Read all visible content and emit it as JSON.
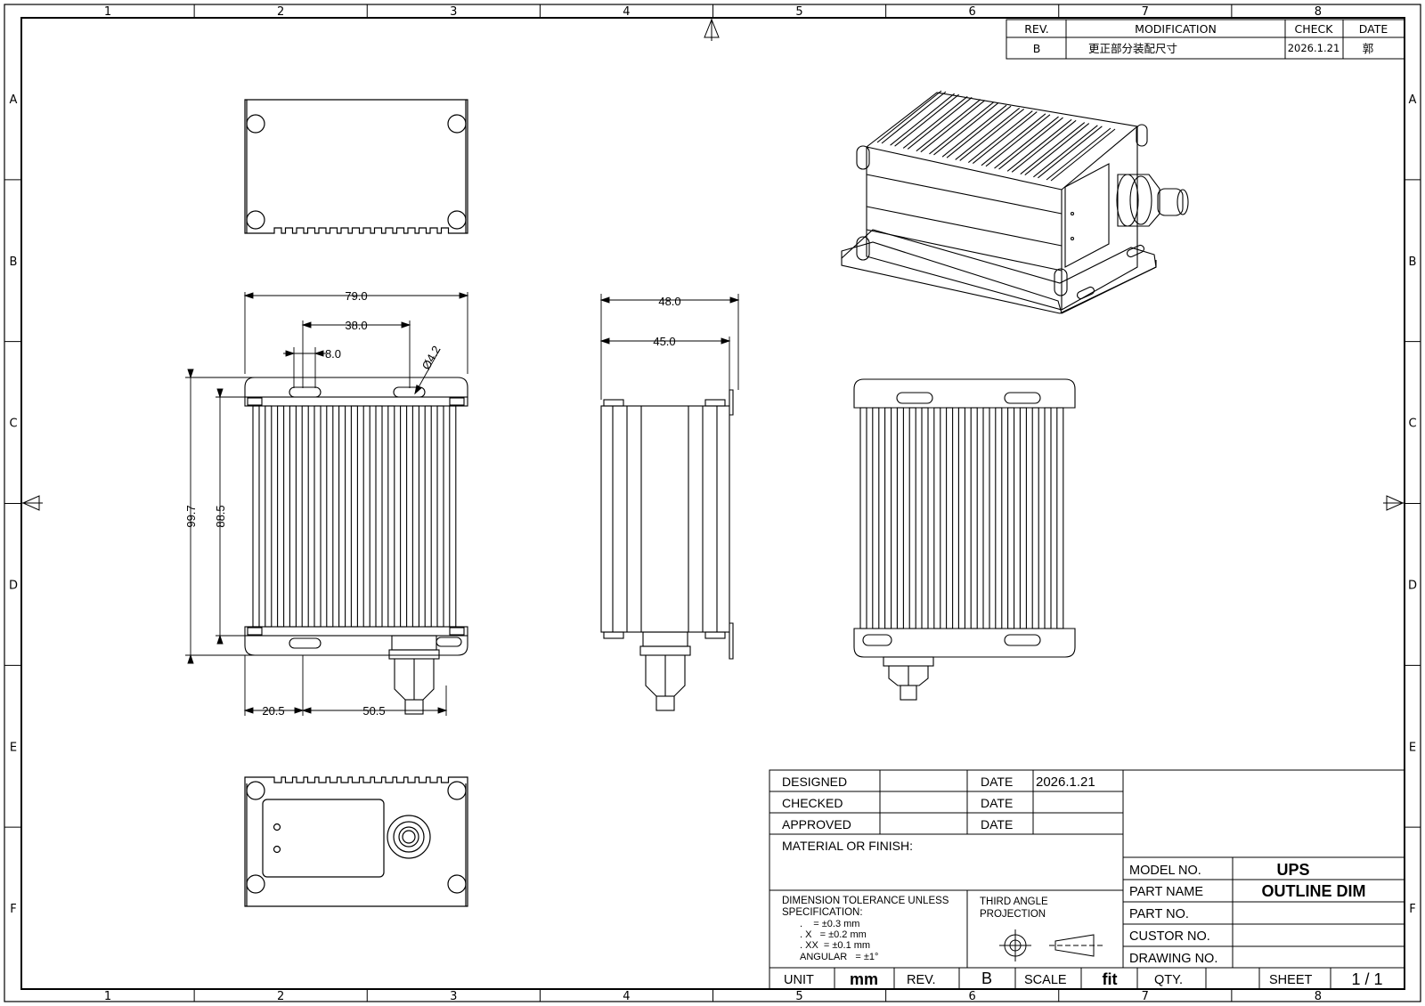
{
  "zones": {
    "columns": [
      "1",
      "2",
      "3",
      "4",
      "5",
      "6",
      "7",
      "8"
    ],
    "rows": [
      "A",
      "B",
      "C",
      "D",
      "E",
      "F"
    ]
  },
  "revision_table": {
    "headers": [
      "REV.",
      "MODIFICATION",
      "CHECK",
      "DATE"
    ],
    "row": {
      "rev": "B",
      "modification": "更正部分装配尺寸",
      "check": "2026.1.21",
      "date": "郭"
    }
  },
  "dimensions": {
    "width_overall": "79.0",
    "slot_pitch": "38.0",
    "slot_width": "8.0",
    "hole_dia": "Ø4.2",
    "height_overall": "99.7",
    "height_body": "88.5",
    "offset_left": "20.5",
    "connector_offset": "50.5",
    "depth_overall": "48.0",
    "depth_body": "45.0"
  },
  "title_block": {
    "designed_label": "DESIGNED",
    "checked_label": "CHECKED",
    "approved_label": "APPROVED",
    "date_label": "DATE",
    "designed_date": "2026.1.21",
    "material_label": "MATERIAL OR FINISH:",
    "tolerance_lines": [
      "DIMENSION TOLERANCE UNLESS",
      "SPECIFICATION:",
      ".    = ±0.3 mm",
      ". X   = ±0.2 mm",
      ". XX  = ±0.1 mm",
      "ANGULAR   = ±1°"
    ],
    "projection_lines": [
      "THIRD ANGLE",
      "PROJECTION"
    ],
    "model_no_label": "MODEL NO.",
    "model_no": "UPS",
    "part_name_label": "PART NAME",
    "part_name": "OUTLINE DIM",
    "part_no_label": "PART NO.",
    "custor_no_label": "CUSTOR NO.",
    "drawing_no_label": "DRAWING NO.",
    "unit_label": "UNIT",
    "unit": "mm",
    "rev_label": "REV.",
    "rev": "B",
    "scale_label": "SCALE",
    "scale": "fit",
    "qty_label": "QTY.",
    "sheet_label": "SHEET",
    "sheet": "1 / 1"
  }
}
